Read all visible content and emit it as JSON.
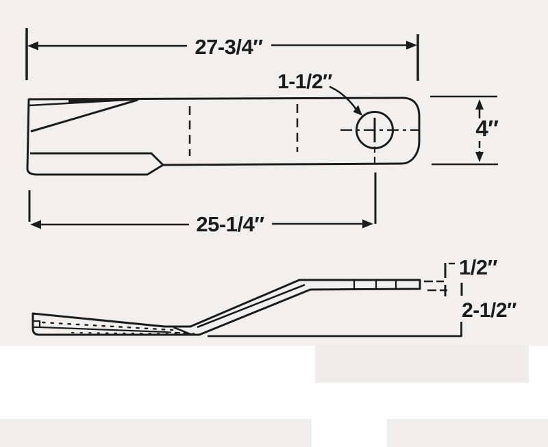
{
  "drawing": {
    "background_color": "#f1f0ee",
    "paper_color": "#ffffff",
    "line_color": "#1c1c1c",
    "top_view": {
      "overall_length_label": "27-3/4″",
      "hole_diameter_label": "1-1/2″",
      "width_label": "4″",
      "hole_center_distance_label": "25-1/4″"
    },
    "side_view": {
      "thickness_label": "1/2″",
      "lift_height_label": "2-1/2″"
    }
  }
}
